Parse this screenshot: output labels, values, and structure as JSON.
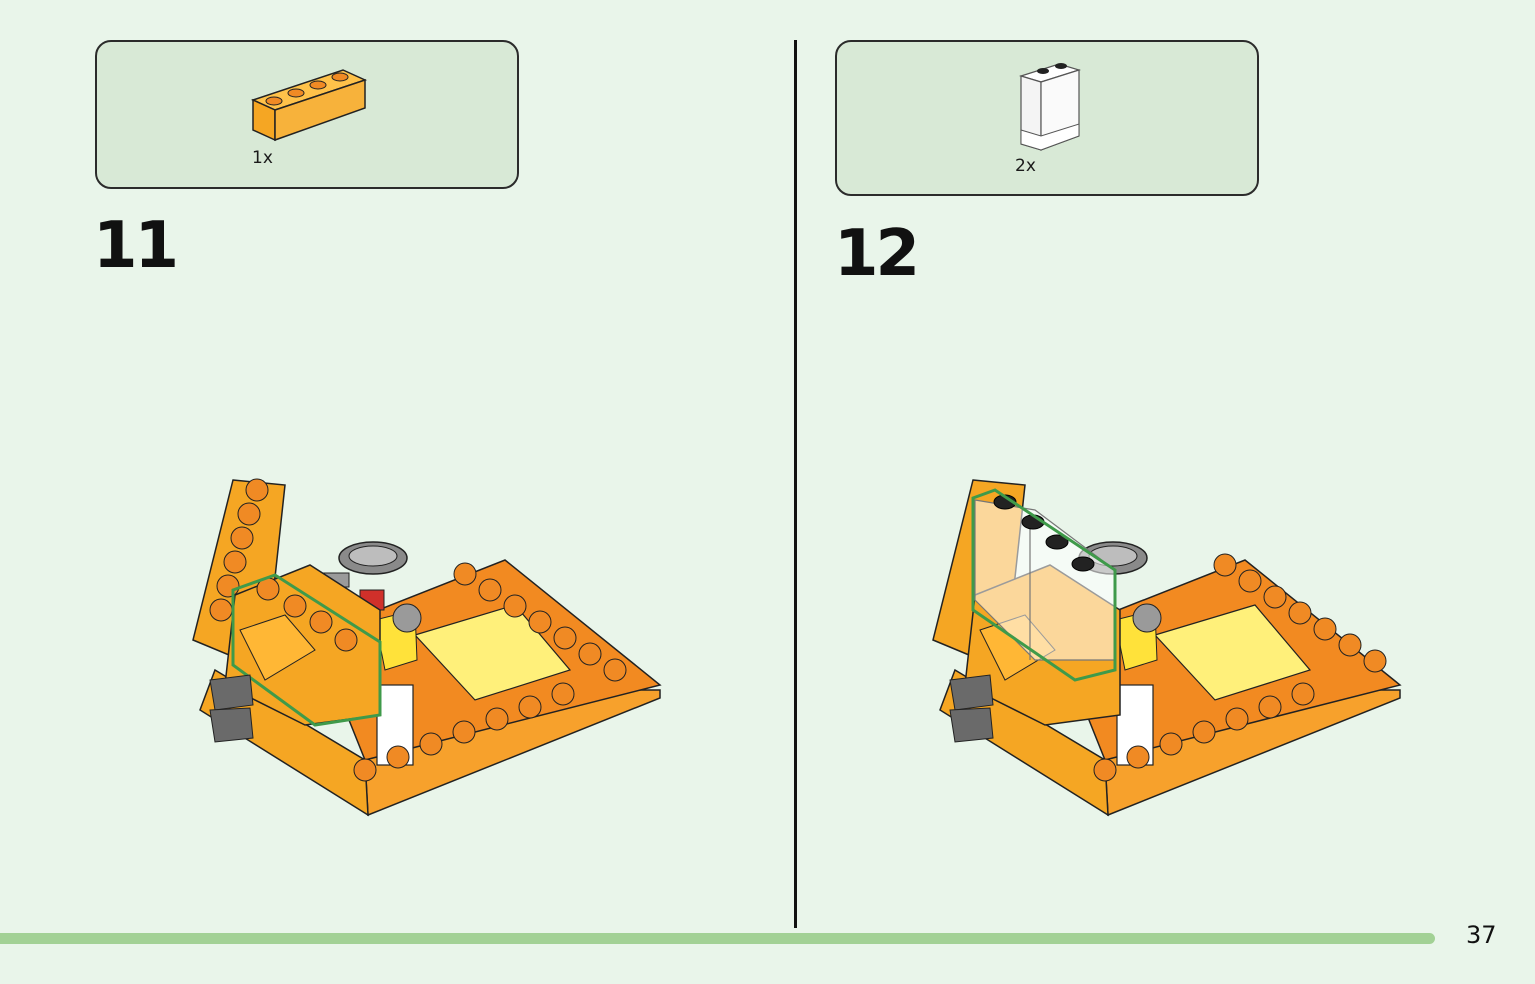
{
  "steps": [
    {
      "number": "11",
      "parts": [
        {
          "quantity": "1x",
          "part": "orange-brick-1x4-icon"
        }
      ]
    },
    {
      "number": "12",
      "parts": [
        {
          "quantity": "2x",
          "part": "transparent-panel-1x2x2-icon"
        }
      ]
    }
  ],
  "page": {
    "number": "37"
  },
  "colors": {
    "background": "#e9f5ea",
    "parts_box": "#d8e9d6",
    "progress_bar": "#a2d195",
    "brick_orange": "#f5a623",
    "brick_dark_orange": "#f08a24",
    "highlight_outline": "#3f9a4a"
  }
}
